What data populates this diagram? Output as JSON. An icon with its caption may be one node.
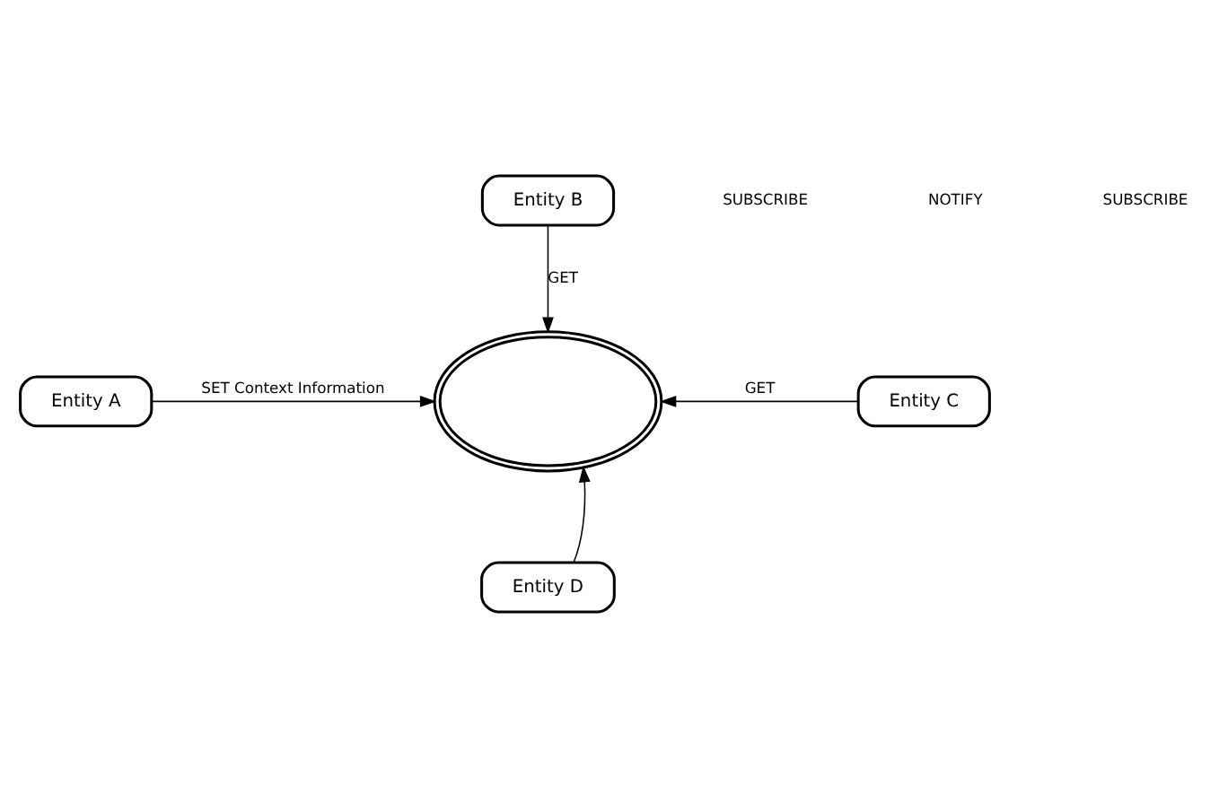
{
  "diagram": {
    "nodes": [
      {
        "text": [
          "Entity B"
        ]
      },
      {
        "text": [
          "Entity A"
        ]
      },
      {
        "text": [],
        "shape": "cloud"
      },
      {
        "text": [
          "Entity C"
        ]
      },
      {
        "text": [
          "Entity D"
        ]
      }
    ],
    "edges": [
      {
        "from": 0,
        "to": 2,
        "arrow": "to",
        "label": "GET"
      },
      {
        "from": 1,
        "to": 2,
        "arrow": "to",
        "label": "SET Context Information"
      },
      {
        "from": 3,
        "to": 2,
        "arrow": "to",
        "label": "GET"
      },
      {
        "from": 4,
        "to": 2,
        "arrow": "to"
      }
    ],
    "labels": [
      "SUBSCRIBE",
      "NOTIFY",
      "SUBSCRIBE"
    ]
  }
}
